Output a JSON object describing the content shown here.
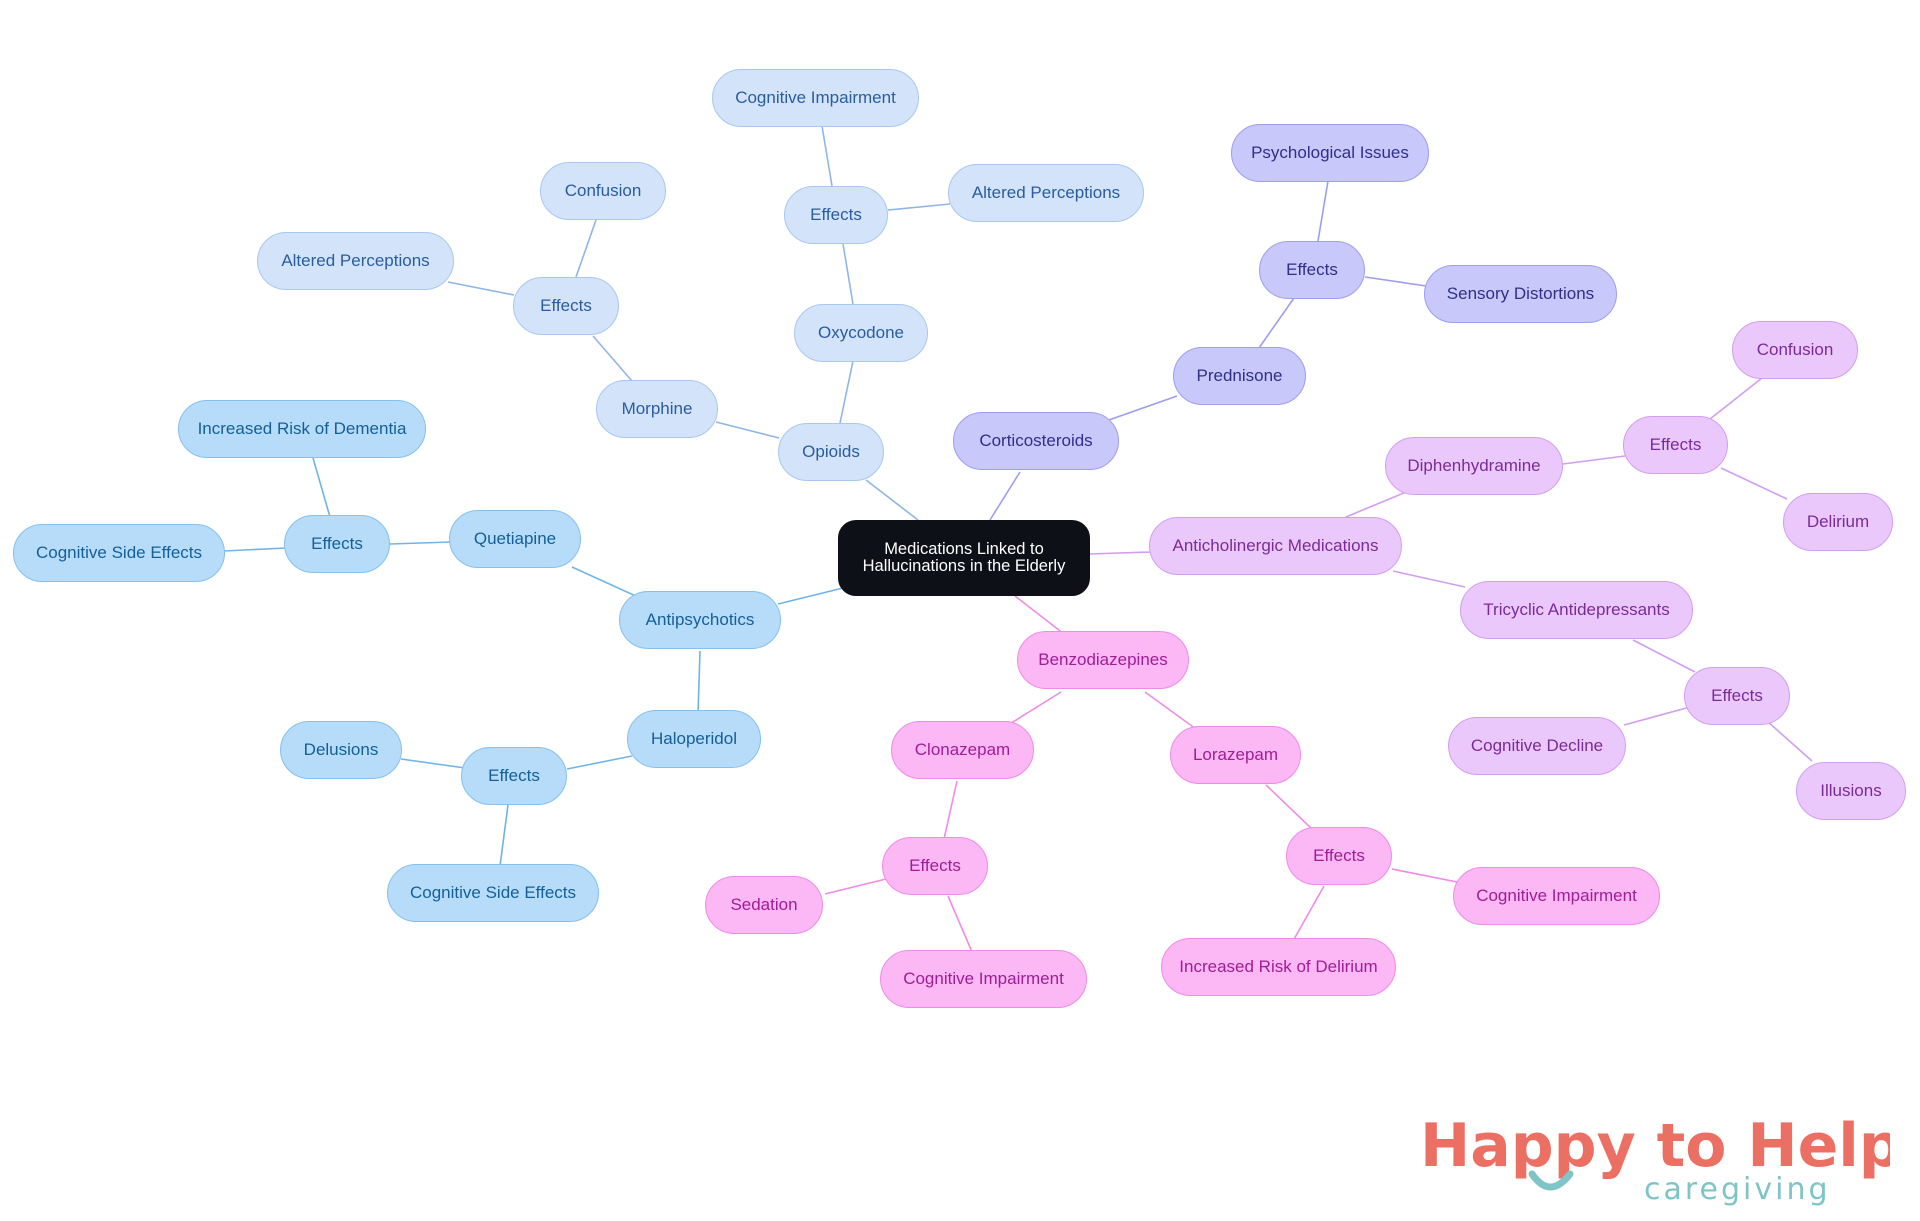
{
  "diagram": {
    "root": {
      "label": "Medications Linked to Hallucinations in the Elderly"
    },
    "branches": {
      "opioids": {
        "label": "Opioids",
        "oxycodone": {
          "label": "Oxycodone",
          "effects": "Effects",
          "effect1": "Cognitive Impairment",
          "effect2": "Altered Perceptions"
        },
        "morphine": {
          "label": "Morphine",
          "effects": "Effects",
          "effect1": "Confusion",
          "effect2": "Altered Perceptions"
        }
      },
      "antipsychotics": {
        "label": "Antipsychotics",
        "quetiapine": {
          "label": "Quetiapine",
          "effects": "Effects",
          "effect1": "Increased Risk of Dementia",
          "effect2": "Cognitive Side Effects"
        },
        "haloperidol": {
          "label": "Haloperidol",
          "effects": "Effects",
          "effect1": "Delusions",
          "effect2": "Cognitive Side Effects"
        }
      },
      "corticosteroids": {
        "label": "Corticosteroids",
        "prednisone": {
          "label": "Prednisone",
          "effects": "Effects",
          "effect1": "Psychological Issues",
          "effect2": "Sensory Distortions"
        }
      },
      "anticholinergic": {
        "label": "Anticholinergic Medications",
        "diphenhydramine": {
          "label": "Diphenhydramine",
          "effects": "Effects",
          "effect1": "Confusion",
          "effect2": "Delirium"
        },
        "tricyclic": {
          "label": "Tricyclic Antidepressants",
          "effects": "Effects",
          "effect1": "Cognitive Decline",
          "effect2": "Illusions"
        }
      },
      "benzodiazepines": {
        "label": "Benzodiazepines",
        "clonazepam": {
          "label": "Clonazepam",
          "effects": "Effects",
          "effect1": "Sedation",
          "effect2": "Cognitive Impairment"
        },
        "lorazepam": {
          "label": "Lorazepam",
          "effects": "Effects",
          "effect1": "Cognitive Impairment",
          "effect2": "Increased Risk of Delirium"
        }
      }
    }
  },
  "logo": {
    "line1": "Happy to Help",
    "line2": "caregiving"
  },
  "colors": {
    "opioids": "#d2e3fa",
    "antipsychotics": "#b6dcfa",
    "corticosteroids": "#c8c8fb",
    "anticholinergic": "#ebc8fb",
    "benzodiazepines": "#fcb7f5",
    "root": "#0d1017",
    "logo_coral": "#ec6f63",
    "logo_teal": "#7fc4c6"
  }
}
